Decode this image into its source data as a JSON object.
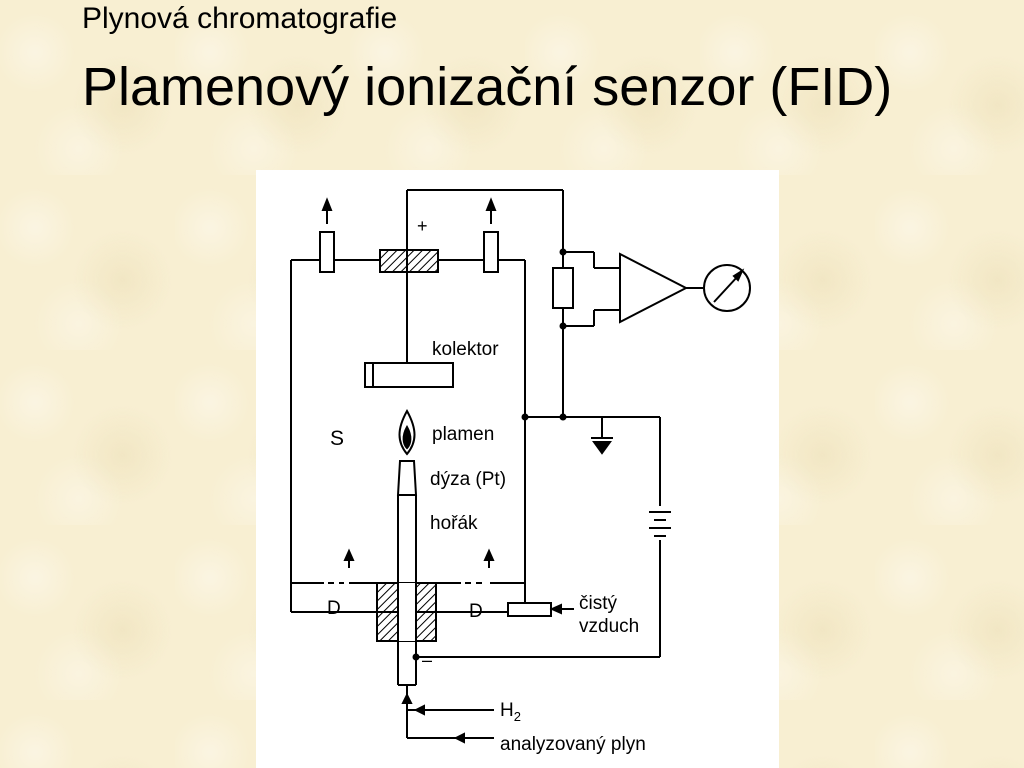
{
  "slide": {
    "subtitle": "Plynová chromatografie",
    "title": "Plamenový ionizační senzor (FID)"
  },
  "diagram": {
    "labels": {
      "collector": "kolektor",
      "flame": "plamen",
      "nozzle": "dýza (Pt)",
      "burner": "hořák",
      "chamber": "S",
      "diffuser_left": "D",
      "diffuser_right": "D",
      "clean_air_1": "čistý",
      "clean_air_2": "vzduch",
      "hydrogen": "H",
      "hydrogen_sub": "2",
      "sample_gas": "analyzovaný plyn",
      "plus": "+",
      "minus": "–"
    }
  }
}
